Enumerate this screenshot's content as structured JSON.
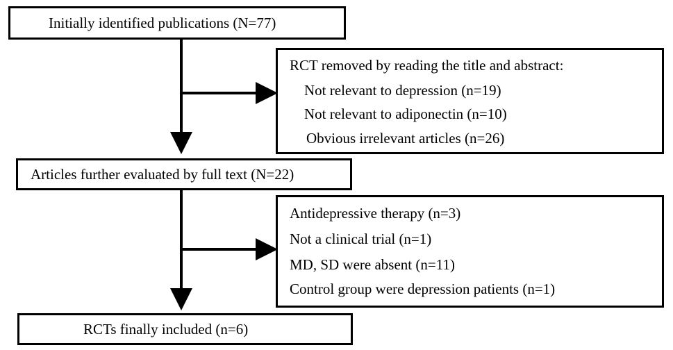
{
  "flowchart": {
    "identified": "Initially identified publications (N=77)",
    "removed_title": "RCT removed by reading the title and abstract:",
    "removed_items": [
      "Not relevant to depression (n=19)",
      "Not relevant to adiponectin (n=10)",
      "Obvious irrelevant articles (n=26)"
    ],
    "fulltext": "Articles further evaluated by full text (N=22)",
    "excluded_items": [
      "Antidepressive therapy (n=3)",
      "Not a clinical trial (n=1)",
      "MD, SD were absent (n=11)",
      "Control group were depression patients (n=1)"
    ],
    "included": "RCTs finally included (n=6)"
  },
  "colors": {
    "line": "#000000",
    "background": "#ffffff"
  }
}
